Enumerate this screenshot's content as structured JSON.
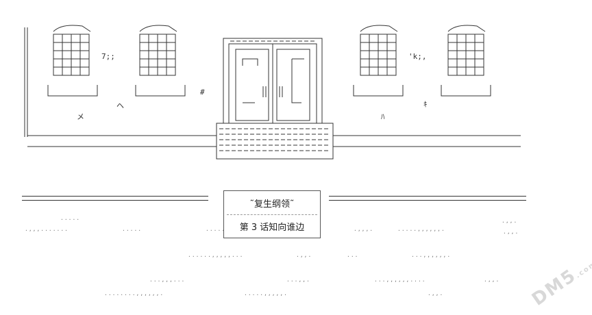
{
  "chapter": {
    "title": "˜复生纲领˜",
    "subtitle": "第 3 话知向谁边"
  },
  "scene": {
    "marks": [
      "7;;",
      "ヘ",
      "#",
      "メ",
      "ﾊ",
      "ｷ",
      "'k;,"
    ]
  },
  "watermark": {
    "text": "DM5",
    "suffix": ".com"
  },
  "colors": {
    "ink": "#222222",
    "watermark": "#d8d8d8",
    "background": "#ffffff"
  }
}
